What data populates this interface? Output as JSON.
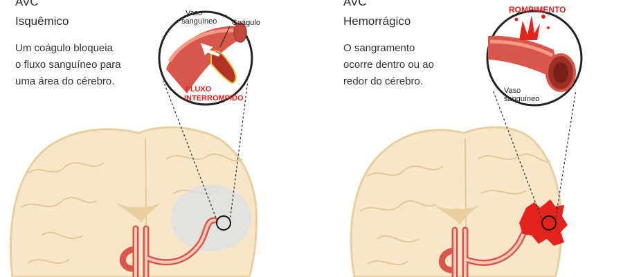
{
  "left": {
    "title_line1": "AVC",
    "title_line2": "Isquêmico",
    "description": [
      "Um coágulo bloqueia",
      "o fluxo sanguíneo para",
      "uma área do cérebro."
    ],
    "label_vessel": [
      "Vaso",
      "sanguíneo"
    ],
    "label_clot": "Coágulo",
    "label_flow": [
      "FLUXO",
      "INTERROMPIDO"
    ]
  },
  "right": {
    "title_line1": "AVC",
    "title_line2": "Hemorrágico",
    "description": [
      "O sangramento",
      "ocorre dentro ou ao",
      "redor do cérebro."
    ],
    "label_rupture": "ROMPIMENTO",
    "label_vessel": [
      "Vaso",
      "sanguíneo"
    ]
  },
  "colors": {
    "brain_fill": "#f7e6c8",
    "brain_stroke": "#e8cfa0",
    "vessel": "#d8574a",
    "vessel_light": "#f29a86",
    "alert_red": "#e3231d",
    "clot_yellow": "#e2c23c"
  }
}
